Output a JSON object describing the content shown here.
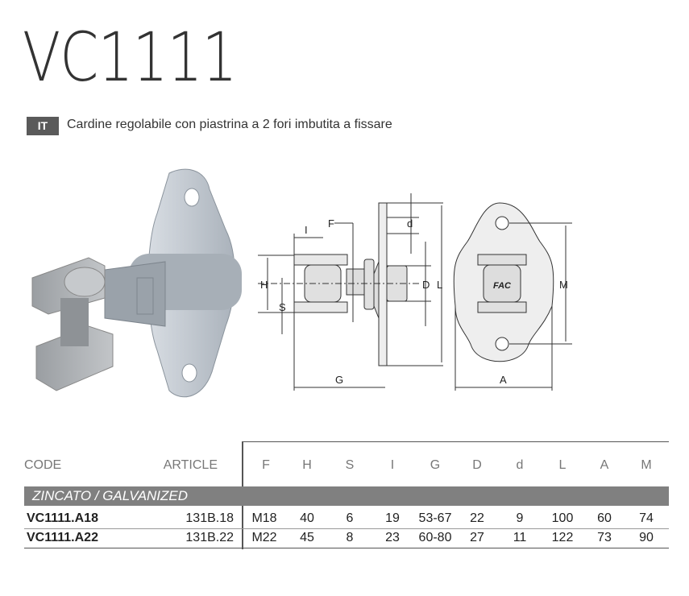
{
  "header": {
    "title": "VC1111",
    "lang_badge": "IT",
    "description": "Cardine regolabile con piastrina a 2 fori imbutita a fissare"
  },
  "drawing": {
    "labels": {
      "F": "F",
      "I": "I",
      "H": "H",
      "S": "S",
      "D": "D",
      "L": "L",
      "d": "d",
      "G": "G",
      "A": "A",
      "M": "M",
      "logo": "FAC"
    }
  },
  "table": {
    "columns": [
      "CODE",
      "ARTICLE",
      "F",
      "H",
      "S",
      "I",
      "G",
      "D",
      "d",
      "L",
      "A",
      "M"
    ],
    "section": "ZINCATO / GALVANIZED",
    "rows": [
      [
        "VC1111.A18",
        "131B.18",
        "M18",
        "40",
        "6",
        "19",
        "53-67",
        "22",
        "9",
        "100",
        "60",
        "74"
      ],
      [
        "VC1111.A22",
        "131B.22",
        "M22",
        "45",
        "8",
        "23",
        "60-80",
        "27",
        "11",
        "122",
        "73",
        "90"
      ]
    ]
  }
}
